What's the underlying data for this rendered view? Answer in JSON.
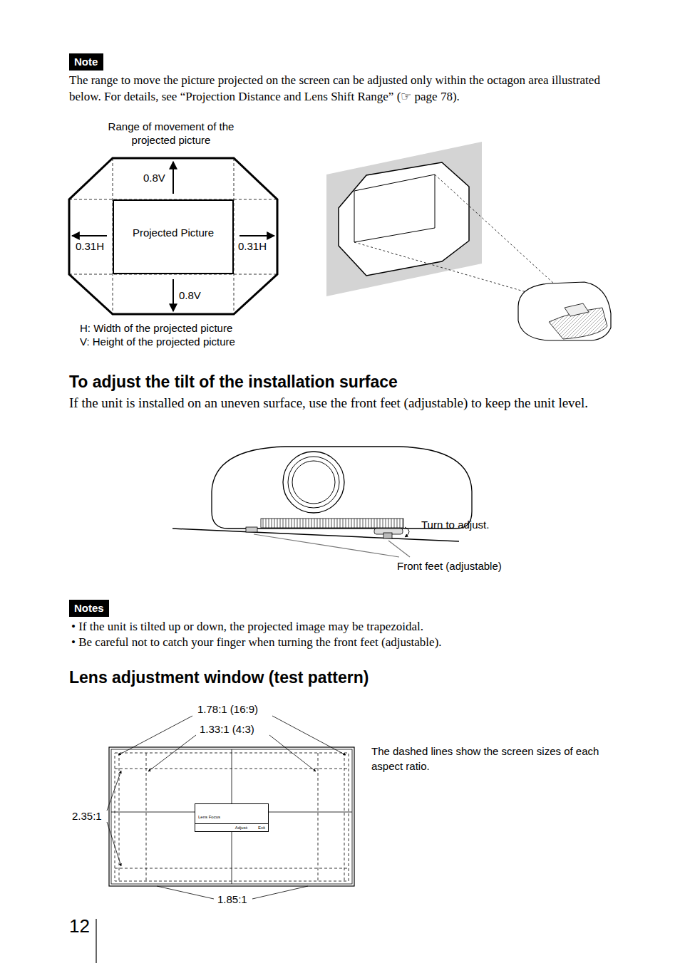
{
  "diagram": {
    "nodes": [
      {
        "text": [
          "Note"
        ]
      },
      {
        "text": [
          "Projected Picture"
        ]
      },
      {
        "text": [
          "Notes"
        ]
      },
      {
        "text": [
          "Lens Focus",
          "Adjust:",
          "Exit"
        ]
      }
    ],
    "labels": [
      "The range to move the picture projected on the screen can be adjusted only within the octagon area illustrated below. For details, see “Projection Distance and Lens Shift Range” (☞ page 78).",
      "Range of movement of the projected picture",
      "0.8V",
      "0.31H",
      "0.31H",
      "0.8V",
      "H: Width of the projected picture",
      "V: Height of the projected picture",
      "To adjust the tilt of the installation surface",
      "If the unit is installed on an uneven surface, use the front feet (adjustable) to keep the unit level.",
      "Turn to adjust.",
      "Front feet (adjustable)",
      "• If the unit is tilted up or down, the projected image may be trapezoidal.",
      "• Be careful not to catch your finger when turning the front feet (adjustable).",
      "Lens adjustment window (test pattern)",
      "1.78:1 (16:9)",
      "1.33:1 (4:3)",
      "2.35:1",
      "1.85:1",
      "The dashed lines show the screen sizes of each aspect ratio.",
      "12"
    ]
  }
}
